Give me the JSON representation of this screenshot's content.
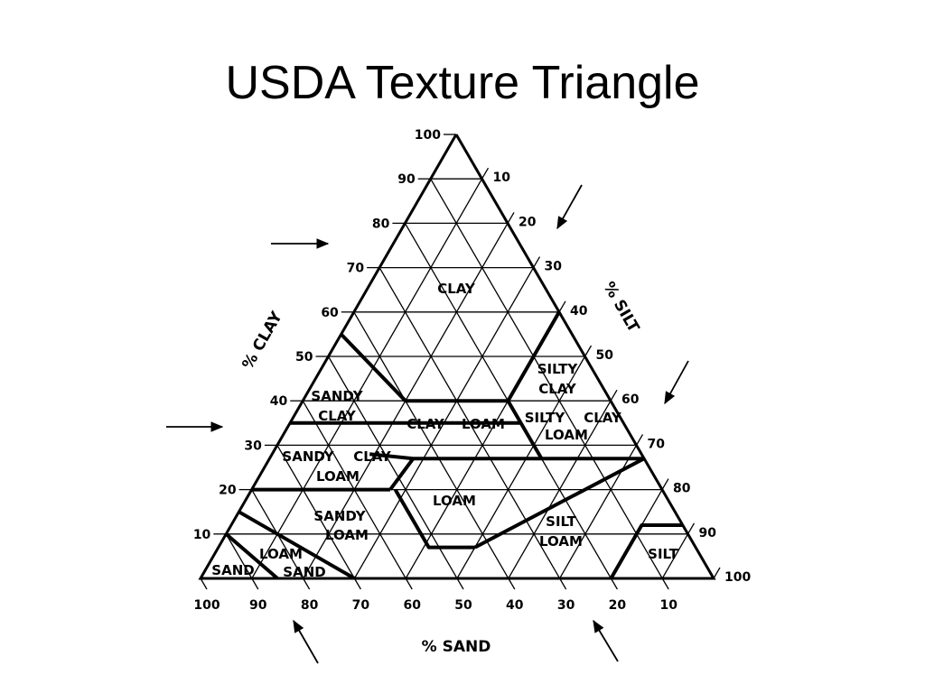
{
  "title": "USDA Texture Triangle",
  "axes": {
    "clay": {
      "title": "% CLAY",
      "ticks": [
        "10",
        "20",
        "30",
        "40",
        "50",
        "60",
        "70",
        "80",
        "90",
        "100"
      ]
    },
    "silt": {
      "title": "% SILT",
      "ticks": [
        "10",
        "20",
        "30",
        "40",
        "50",
        "60",
        "70",
        "80",
        "90",
        "100"
      ]
    },
    "sand": {
      "title": "% SAND",
      "ticks": [
        "100",
        "90",
        "80",
        "70",
        "60",
        "50",
        "40",
        "30",
        "20",
        "10"
      ]
    }
  },
  "regions": {
    "clay": [
      "CLAY"
    ],
    "sandy_clay": [
      "SANDY",
      "CLAY"
    ],
    "silty_clay": [
      "SILTY",
      "CLAY"
    ],
    "clay_loam": [
      "CLAY",
      "LOAM"
    ],
    "silty_clay_loam": [
      "SILTY",
      "CLAY",
      "LOAM"
    ],
    "sandy_clay_loam": [
      "SANDY",
      "CLAY",
      "LOAM"
    ],
    "loam": [
      "LOAM"
    ],
    "sandy_loam": [
      "SANDY",
      "LOAM"
    ],
    "silt_loam": [
      "SILT",
      "LOAM"
    ],
    "silt": [
      "SILT"
    ],
    "loamy_sand": [
      "LOAM",
      "SAND"
    ],
    "sand": [
      "SAND"
    ]
  }
}
